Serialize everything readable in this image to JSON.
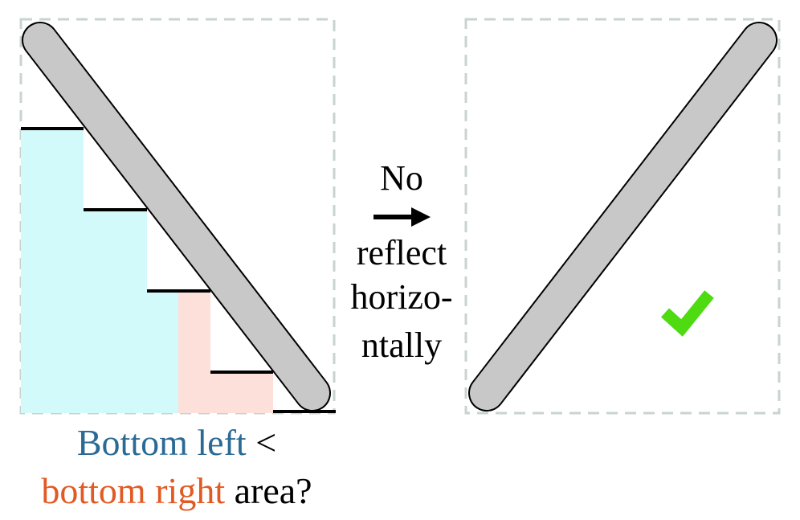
{
  "arrow": {
    "line1": "No",
    "line2": "reflect",
    "line3": "horizo-",
    "line4": "ntally"
  },
  "caption": {
    "bottom_left": "Bottom left",
    "less_than": " <",
    "bottom_right": "bottom right",
    "area": " area?"
  },
  "colors": {
    "bottom_left": "#2a6a94",
    "bottom_right": "#e25a23",
    "bottom_left_fill": "#d3fafa",
    "bottom_right_fill": "#fde0d9",
    "bar_fill": "#c8c8c8",
    "frame": "#c9d3d0",
    "check": "#4fdb12"
  },
  "icons": {
    "arrow": "right-arrow-icon",
    "check": "checkmark-icon"
  }
}
